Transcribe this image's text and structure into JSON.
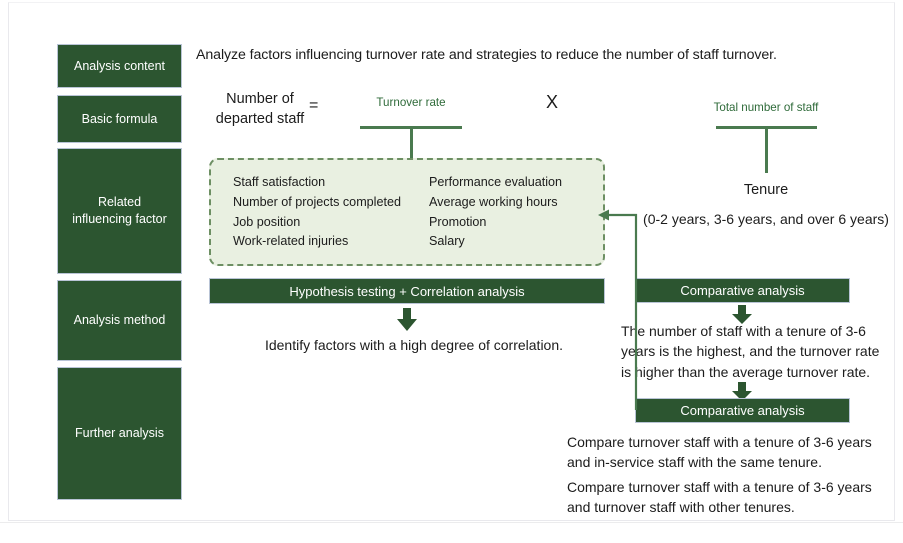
{
  "colors": {
    "dark_green": "#2c5530",
    "light_green_fill": "#e9f0e1",
    "dashed_border": "#6d8f63",
    "accent_green_text": "#2f6b3a",
    "box_outline": "#b9c4d6"
  },
  "sidebar": {
    "items": [
      {
        "label": "Analysis content"
      },
      {
        "label": "Basic formula"
      },
      {
        "label_line1": "Related",
        "label_line2": "influencing factor"
      },
      {
        "label": "Analysis method"
      },
      {
        "label": "Further analysis"
      }
    ]
  },
  "headline": "Analyze factors influencing turnover rate and strategies to reduce the number of staff turnover.",
  "formula": {
    "numerator_line1": "Number of",
    "numerator_line2": "departed staff",
    "equals": "=",
    "times": "X",
    "turnover_rate_label": "Turnover rate",
    "total_staff_label": "Total number of staff"
  },
  "factors": {
    "left_column": [
      "Staff satisfaction",
      "Number of projects completed",
      "Job position",
      "Work-related injuries"
    ],
    "right_column": [
      "Performance evaluation",
      "Average working hours",
      "Promotion",
      "Salary"
    ]
  },
  "tenure": {
    "title": "Tenure",
    "detail": "(0-2 years, 3-6 years, and over 6 years)"
  },
  "analysis_method": {
    "bar_label": "Hypothesis testing + Correlation analysis",
    "result_text": "Identify factors with a high degree of correlation."
  },
  "further_analysis": {
    "comparative_label_1": "Comparative analysis",
    "finding_text": "The number of staff with a tenure of 3-6 years is the highest, and the turnover rate is higher than the average turnover rate.",
    "comparative_label_2": "Comparative analysis",
    "closing_line1": "Compare turnover staff with a tenure of 3-6 years and in-service staff with the same tenure.",
    "closing_line2": "Compare turnover staff with a tenure of 3-6 years and turnover staff with other tenures."
  }
}
